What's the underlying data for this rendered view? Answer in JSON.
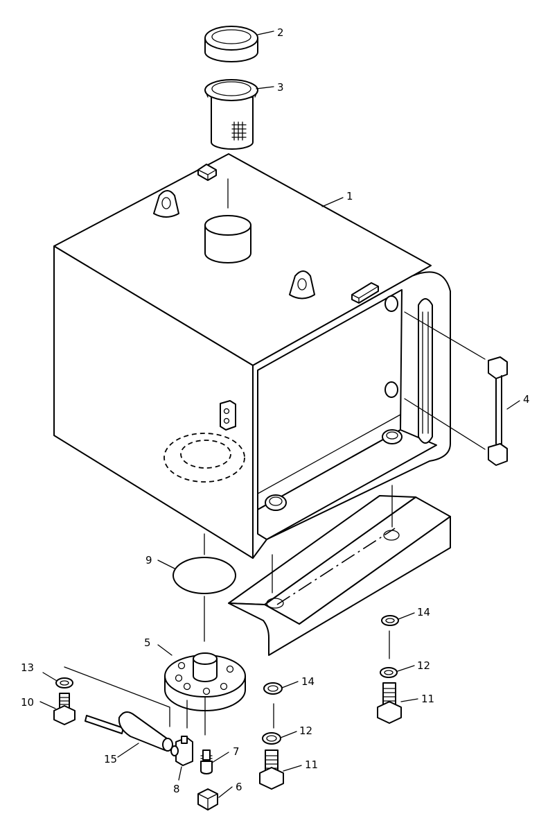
{
  "callouts": [
    {
      "id": "1",
      "label": "1"
    },
    {
      "id": "2",
      "label": "2"
    },
    {
      "id": "3",
      "label": "3"
    },
    {
      "id": "4",
      "label": "4"
    },
    {
      "id": "5",
      "label": "5"
    },
    {
      "id": "6",
      "label": "6"
    },
    {
      "id": "7",
      "label": "7"
    },
    {
      "id": "8",
      "label": "8"
    },
    {
      "id": "9",
      "label": "9"
    },
    {
      "id": "10",
      "label": "10"
    },
    {
      "id": "11a",
      "label": "11"
    },
    {
      "id": "11b",
      "label": "11"
    },
    {
      "id": "12a",
      "label": "12"
    },
    {
      "id": "12b",
      "label": "12"
    },
    {
      "id": "13",
      "label": "13"
    },
    {
      "id": "14a",
      "label": "14"
    },
    {
      "id": "14b",
      "label": "14"
    },
    {
      "id": "15",
      "label": "15"
    }
  ]
}
